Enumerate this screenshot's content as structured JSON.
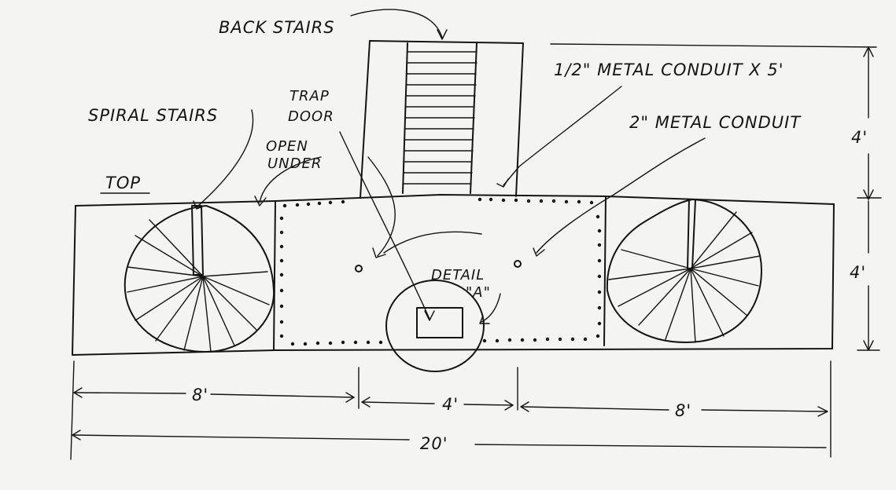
{
  "labels": {
    "back_stairs": "BACK STAIRS",
    "conduit_half": "1/2\" METAL CONDUIT X 5'",
    "conduit_two": "2\" METAL CONDUIT",
    "spiral_stairs": "SPIRAL STAIRS",
    "trap": "TRAP",
    "door": "DOOR",
    "open": "OPEN",
    "under": "UNDER",
    "top": "TOP",
    "detail": "DETAIL",
    "detail_ref": "\"A\"",
    "dim_vert_top": "4'",
    "dim_vert_mid": "4'",
    "dim_left": "8'",
    "dim_center": "4'",
    "dim_right": "8'",
    "dim_total": "20'"
  }
}
